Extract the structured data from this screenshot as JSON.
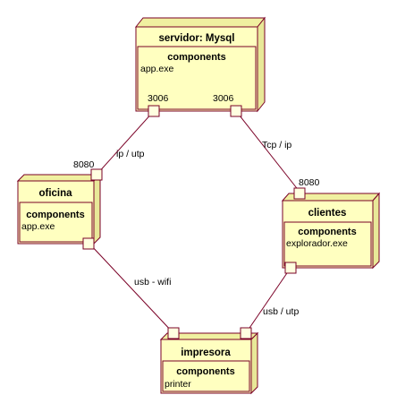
{
  "colors": {
    "node_fill": "#ffffc0",
    "node_side": "#f0f0a0",
    "border": "#7a0026",
    "link": "#7a0026",
    "port_fill": "#ffffe0"
  },
  "nodes": {
    "servidor": {
      "title": "servidor: Mysql",
      "components_label": "components",
      "item": "app.exe"
    },
    "oficina": {
      "title": "oficina",
      "components_label": "components",
      "item": "app.exe"
    },
    "clientes": {
      "title": "clientes",
      "components_label": "components",
      "item": "explorador.exe"
    },
    "impresora": {
      "title": "impresora",
      "components_label": "components",
      "item": "printer"
    }
  },
  "ports": {
    "servidor_left": "3006",
    "servidor_right": "3006",
    "oficina_top": "8080",
    "clientes_top": "8080"
  },
  "links": {
    "servidor_oficina": "ip / utp",
    "servidor_clientes": "Tcp / ip",
    "oficina_impresora": "usb - wifi",
    "clientes_impresora": "usb / utp"
  }
}
